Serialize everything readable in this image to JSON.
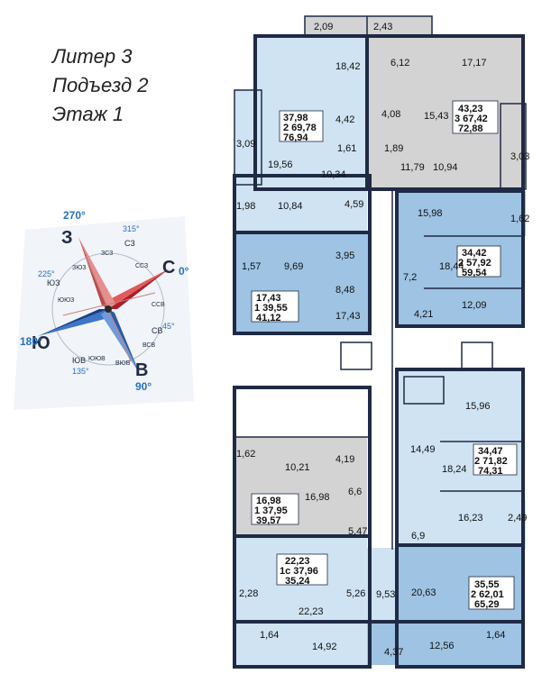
{
  "header": {
    "line1": "Литер 3",
    "line2": "Подъезд 2",
    "line3": "Этаж 1"
  },
  "compass": {
    "labels": {
      "S": "С",
      "V": "В",
      "YU": "Ю",
      "Z": "З",
      "deg0": "0°",
      "deg90": "90°",
      "deg180": "180°",
      "deg270": "270°",
      "deg315": "315°",
      "deg45": "45°",
      "deg135": "135°",
      "deg225": "225°",
      "SZ": "СЗ",
      "SV": "СВ",
      "YUV": "ЮВ",
      "YUZ": "ЮЗ",
      "ZSZ": "ЗСЗ",
      "SSZ": "ССЗ",
      "SSV": "ССВ",
      "VSV": "ВСВ",
      "VYUV": "ВЮВ",
      "YUYUV": "ЮЮВ",
      "YUYUZ": "ЮЮЗ",
      "ZYUZ": "ЗЮЗ"
    }
  },
  "colors": {
    "light": "#cfe3f3",
    "mid": "#9ec3e3",
    "dark": "#7aa6d2",
    "gray": "#d3d3d3",
    "wall": "#1f2a44"
  },
  "apartments": {
    "a1": {
      "line1": "37,98",
      "line2": "2 69,78",
      "line3": "76,94"
    },
    "a2": {
      "line1": "43,23",
      "line2": "3 67,42",
      "line3": "72,88"
    },
    "a3": {
      "line1": "34,42",
      "line2": "2 57,92",
      "line3": "59,54"
    },
    "a4": {
      "line1": "17,43",
      "line2": "1 39,55",
      "line3": "41,12"
    },
    "a5": {
      "line1": "34,47",
      "line2": "2 71,82",
      "line3": "74,31"
    },
    "a6": {
      "line1": "16,98",
      "line2": "1 37,95",
      "line3": "39,57"
    },
    "a7": {
      "line1": "22,23",
      "line2": "1с 37,96",
      "line3": "35,24"
    },
    "a8": {
      "line1": "35,55",
      "line2": "2 62,01",
      "line3": "65,29"
    }
  },
  "rooms": {
    "r_2_09": "2,09",
    "r_2_43": "2,43",
    "r_18_42": "18,42",
    "r_6_12": "6,12",
    "r_17_17": "17,17",
    "r_4_42": "4,42",
    "r_4_08": "4,08",
    "r_15_43": "15,43",
    "r_3_09": "3,09",
    "r_1_61": "1,61",
    "r_1_89": "1,89",
    "r_19_56": "19,56",
    "r_10_34": "10,34",
    "r_11_79": "11,79",
    "r_10_94": "10,94",
    "r_3_03": "3,03",
    "r_1_98": "1,98",
    "r_10_84": "10,84",
    "r_4_59": "4,59",
    "r_15_98": "15,98",
    "r_1_62a": "1,62",
    "r_3_95": "3,95",
    "r_9_69": "9,69",
    "r_1_57": "1,57",
    "r_18_44": "18,44",
    "r_7_2": "7,2",
    "r_8_48": "8,48",
    "r_17_43": "17,43",
    "r_4_21": "4,21",
    "r_12_09": "12,09",
    "r_15_96": "15,96",
    "r_14_49": "14,49",
    "r_1_62b": "1,62",
    "r_10_21": "10,21",
    "r_4_19": "4,19",
    "r_18_24": "18,24",
    "r_6_6": "6,6",
    "r_16_98": "16,98",
    "r_16_23": "16,23",
    "r_2_49": "2,49",
    "r_6_9": "6,9",
    "r_5_47": "5,47",
    "r_2_28": "2,28",
    "r_5_26": "5,26",
    "r_9_53": "9,53",
    "r_20_63": "20,63",
    "r_22_23": "22,23",
    "r_1_64a": "1,64",
    "r_14_92": "14,92",
    "r_4_37": "4,37",
    "r_12_56": "12,56",
    "r_1_64b": "1,64"
  }
}
